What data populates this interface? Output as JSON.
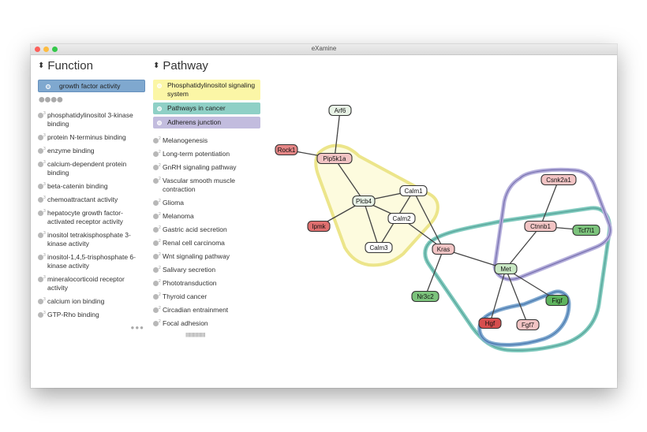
{
  "window": {
    "title": "eXamine"
  },
  "function_panel": {
    "heading": "Function",
    "selected": {
      "label": "growth factor activity",
      "color": "#7fa8cf"
    },
    "more_indicator": "●●●●",
    "items": [
      {
        "label": "phosphatidylinositol 3-kinase binding",
        "superscript": "3"
      },
      {
        "label": "protein N-terminus binding",
        "superscript": "3"
      },
      {
        "label": "enzyme binding",
        "superscript": "3"
      },
      {
        "label": "calcium-dependent protein binding",
        "superscript": "3"
      },
      {
        "label": "beta-catenin binding",
        "superscript": "3"
      },
      {
        "label": "chemoattractant activity",
        "superscript": "3"
      },
      {
        "label": "hepatocyte growth factor-activated receptor activity",
        "superscript": "3"
      },
      {
        "label": "inositol tetrakisphosphate 3-kinase activity",
        "superscript": "3"
      },
      {
        "label": "inositol-1,4,5-trisphosphate 6-kinase activity",
        "superscript": "3"
      },
      {
        "label": "mineralocorticoid receptor activity",
        "superscript": "3"
      },
      {
        "label": "calcium ion binding",
        "superscript": "3"
      },
      {
        "label": "GTP-Rho binding",
        "superscript": "3"
      }
    ],
    "footer": "●●●"
  },
  "pathway_panel": {
    "heading": "Pathway",
    "selected": [
      {
        "label": "Phosphatidylinositol signaling system",
        "color": "#fbf6a6"
      },
      {
        "label": "Pathways in cancer",
        "color": "#8fd0c6"
      },
      {
        "label": "Adherens junction",
        "color": "#c2bcde"
      }
    ],
    "items": [
      {
        "label": "Melanogenesis",
        "superscript": "2"
      },
      {
        "label": "Long-term potentiation",
        "superscript": "2"
      },
      {
        "label": "GnRH signaling pathway",
        "superscript": "2"
      },
      {
        "label": "Vascular smooth muscle contraction",
        "superscript": "2"
      },
      {
        "label": "Glioma",
        "superscript": "2"
      },
      {
        "label": "Melanoma",
        "superscript": "2"
      },
      {
        "label": "Gastric acid secretion",
        "superscript": "2"
      },
      {
        "label": "Renal cell carcinoma",
        "superscript": "2"
      },
      {
        "label": "Wnt signaling pathway",
        "superscript": "2"
      },
      {
        "label": "Salivary secretion",
        "superscript": "2"
      },
      {
        "label": "Phototransduction",
        "superscript": "2"
      },
      {
        "label": "Thyroid cancer",
        "superscript": "2"
      },
      {
        "label": "Circadian entrainment",
        "superscript": "2"
      },
      {
        "label": "Focal adhesion",
        "superscript": "2"
      }
    ],
    "footer": "||||||||||||||||||||||||||||||||||||||||||||"
  },
  "network": {
    "nodes": [
      {
        "id": "Arf6",
        "label": "Arf6",
        "color": "#e8f3e6"
      },
      {
        "id": "Rock1",
        "label": "Rock1",
        "color": "#e58686"
      },
      {
        "id": "Pip5k1a",
        "label": "Pip5k1a",
        "color": "#f2c4c4"
      },
      {
        "id": "Plcb4",
        "label": "Plcb4",
        "color": "#e8f3e6"
      },
      {
        "id": "Calm1",
        "label": "Calm1",
        "color": "#ffffff"
      },
      {
        "id": "Calm2",
        "label": "Calm2",
        "color": "#ffffff"
      },
      {
        "id": "Calm3",
        "label": "Calm3",
        "color": "#ffffff"
      },
      {
        "id": "Ipmk",
        "label": "Ipmk",
        "color": "#df6f6f"
      },
      {
        "id": "Kras",
        "label": "Kras",
        "color": "#f2c4c4"
      },
      {
        "id": "Nr3c2",
        "label": "Nr3c2",
        "color": "#7cc37c"
      },
      {
        "id": "Csnk2a1",
        "label": "Csnk2a1",
        "color": "#f2c4c4"
      },
      {
        "id": "Ctnnb1",
        "label": "Ctnnb1",
        "color": "#f2c4c4"
      },
      {
        "id": "Tcf7l1",
        "label": "Tcf7l1",
        "color": "#7cc37c"
      },
      {
        "id": "Met",
        "label": "Met",
        "color": "#c9e8c4"
      },
      {
        "id": "Figf",
        "label": "Figf",
        "color": "#5fb55f"
      },
      {
        "id": "Hgf",
        "label": "Hgf",
        "color": "#d64e4e"
      },
      {
        "id": "Fgf7",
        "label": "Fgf7",
        "color": "#f2c4c4"
      }
    ],
    "edges": [
      [
        "Arf6",
        "Pip5k1a"
      ],
      [
        "Rock1",
        "Pip5k1a"
      ],
      [
        "Pip5k1a",
        "Plcb4"
      ],
      [
        "Plcb4",
        "Ipmk"
      ],
      [
        "Plcb4",
        "Calm1"
      ],
      [
        "Plcb4",
        "Calm2"
      ],
      [
        "Plcb4",
        "Calm3"
      ],
      [
        "Calm1",
        "Calm3"
      ],
      [
        "Calm1",
        "Kras"
      ],
      [
        "Calm2",
        "Kras"
      ],
      [
        "Kras",
        "Met"
      ],
      [
        "Kras",
        "Nr3c2"
      ],
      [
        "Csnk2a1",
        "Ctnnb1"
      ],
      [
        "Ctnnb1",
        "Tcf7l1"
      ],
      [
        "Ctnnb1",
        "Met"
      ],
      [
        "Met",
        "Hgf"
      ],
      [
        "Met",
        "Fgf7"
      ],
      [
        "Met",
        "Figf"
      ]
    ],
    "pathway_hulls": [
      {
        "name": "Phosphatidylinositol signaling system",
        "color": "#f5efa0"
      },
      {
        "name": "Pathways in cancer",
        "color": "#7fc9bd"
      },
      {
        "name": "Adherens junction",
        "color": "#b4aedb"
      },
      {
        "name": "growth factor activity",
        "color": "#7fa8cf"
      }
    ]
  }
}
